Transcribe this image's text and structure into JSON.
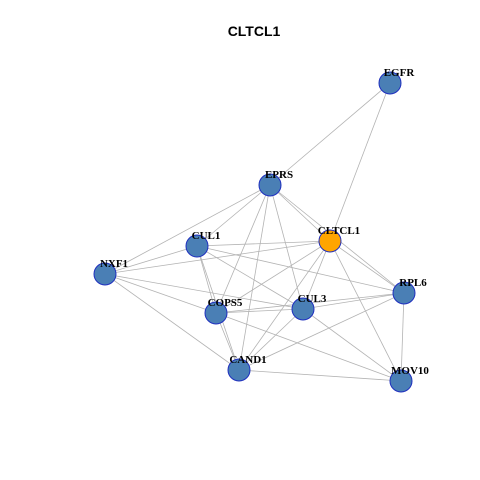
{
  "title": "CLTCL1",
  "colors": {
    "node_default": "#4a7fb5",
    "node_focus": "#ffa500",
    "node_border": "#1f2fbf",
    "edge": "#b3b3b3"
  },
  "nodes": [
    {
      "id": "EGFR",
      "focus": false
    },
    {
      "id": "EPRS",
      "focus": false
    },
    {
      "id": "CLTCL1",
      "focus": true
    },
    {
      "id": "CUL1",
      "focus": false
    },
    {
      "id": "NXF1",
      "focus": false
    },
    {
      "id": "RPL6",
      "focus": false
    },
    {
      "id": "COPS5",
      "focus": false
    },
    {
      "id": "CUL3",
      "focus": false
    },
    {
      "id": "CAND1",
      "focus": false
    },
    {
      "id": "MOV10",
      "focus": false
    }
  ],
  "edges": [
    [
      "EGFR",
      "EPRS"
    ],
    [
      "EGFR",
      "CLTCL1"
    ],
    [
      "EPRS",
      "CLTCL1"
    ],
    [
      "EPRS",
      "CUL1"
    ],
    [
      "EPRS",
      "NXF1"
    ],
    [
      "EPRS",
      "RPL6"
    ],
    [
      "EPRS",
      "COPS5"
    ],
    [
      "EPRS",
      "CUL3"
    ],
    [
      "EPRS",
      "CAND1"
    ],
    [
      "CLTCL1",
      "CUL1"
    ],
    [
      "CLTCL1",
      "NXF1"
    ],
    [
      "CLTCL1",
      "RPL6"
    ],
    [
      "CLTCL1",
      "COPS5"
    ],
    [
      "CLTCL1",
      "CUL3"
    ],
    [
      "CLTCL1",
      "CAND1"
    ],
    [
      "CLTCL1",
      "MOV10"
    ],
    [
      "CUL1",
      "NXF1"
    ],
    [
      "CUL1",
      "RPL6"
    ],
    [
      "CUL1",
      "COPS5"
    ],
    [
      "CUL1",
      "CUL3"
    ],
    [
      "CUL1",
      "CAND1"
    ],
    [
      "NXF1",
      "COPS5"
    ],
    [
      "NXF1",
      "CUL3"
    ],
    [
      "NXF1",
      "CAND1"
    ],
    [
      "RPL6",
      "COPS5"
    ],
    [
      "RPL6",
      "CUL3"
    ],
    [
      "RPL6",
      "CAND1"
    ],
    [
      "RPL6",
      "MOV10"
    ],
    [
      "COPS5",
      "CUL3"
    ],
    [
      "COPS5",
      "CAND1"
    ],
    [
      "COPS5",
      "MOV10"
    ],
    [
      "CUL3",
      "CAND1"
    ],
    [
      "CUL3",
      "MOV10"
    ],
    [
      "CAND1",
      "MOV10"
    ]
  ]
}
